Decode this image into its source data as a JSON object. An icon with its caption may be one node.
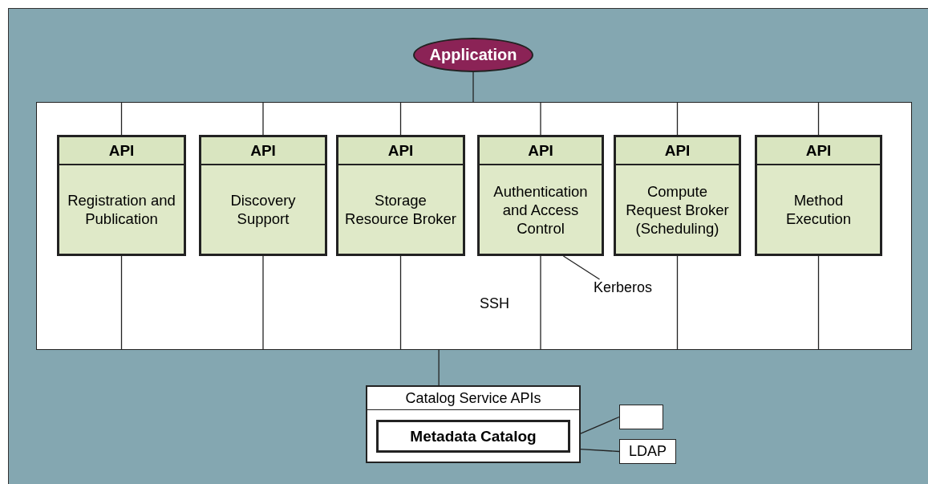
{
  "diagram": {
    "nodes": [
      {
        "text": [
          "Application"
        ]
      },
      {
        "text": [],
        "shape": "box"
      },
      {
        "text": [
          "API",
          "Registration and Publication"
        ],
        "in": 1
      },
      {
        "text": [
          "API",
          "Discovery Support"
        ],
        "in": 1
      },
      {
        "text": [
          "API",
          "Storage Resource Broker"
        ],
        "in": 1
      },
      {
        "text": [
          "API",
          "Authentication and Access Control"
        ],
        "in": 1
      },
      {
        "text": [
          "API",
          "Compute Request Broker (Scheduling)"
        ],
        "in": 1
      },
      {
        "text": [
          "API",
          "Method Execution"
        ],
        "in": 1
      },
      {
        "text": [
          "Kerberos"
        ],
        "in": 1
      },
      {
        "text": [
          "Catalog Service APIs"
        ]
      },
      {
        "text": [
          "Metadata Catalog"
        ],
        "in": 9
      },
      {
        "text": [],
        "shape": "box"
      },
      {
        "text": [
          "LDAP"
        ]
      }
    ],
    "edges": [
      {
        "from": 0,
        "to": 1,
        "arrow": "none"
      },
      {
        "from": 1,
        "to": 2,
        "arrow": "none"
      },
      {
        "from": 1,
        "to": 3,
        "arrow": "none"
      },
      {
        "from": 1,
        "to": 4,
        "arrow": "none"
      },
      {
        "from": 1,
        "to": 5,
        "arrow": "none"
      },
      {
        "from": 1,
        "to": 6,
        "arrow": "none"
      },
      {
        "from": 1,
        "to": 7,
        "arrow": "none"
      },
      {
        "from": 2,
        "to": 1,
        "arrow": "none"
      },
      {
        "from": 3,
        "to": 1,
        "arrow": "none"
      },
      {
        "from": 4,
        "to": 1,
        "arrow": "none"
      },
      {
        "from": 5,
        "to": 1,
        "arrow": "none"
      },
      {
        "from": 6,
        "to": 1,
        "arrow": "none"
      },
      {
        "from": 7,
        "to": 1,
        "arrow": "none"
      },
      {
        "from": 5,
        "to": 8,
        "arrow": "none"
      },
      {
        "from": 1,
        "to": 9,
        "arrow": "none"
      },
      {
        "from": 9,
        "to": 11,
        "arrow": "none"
      },
      {
        "from": 9,
        "to": 12,
        "arrow": "none"
      }
    ],
    "labels": [
      "SSH"
    ]
  }
}
